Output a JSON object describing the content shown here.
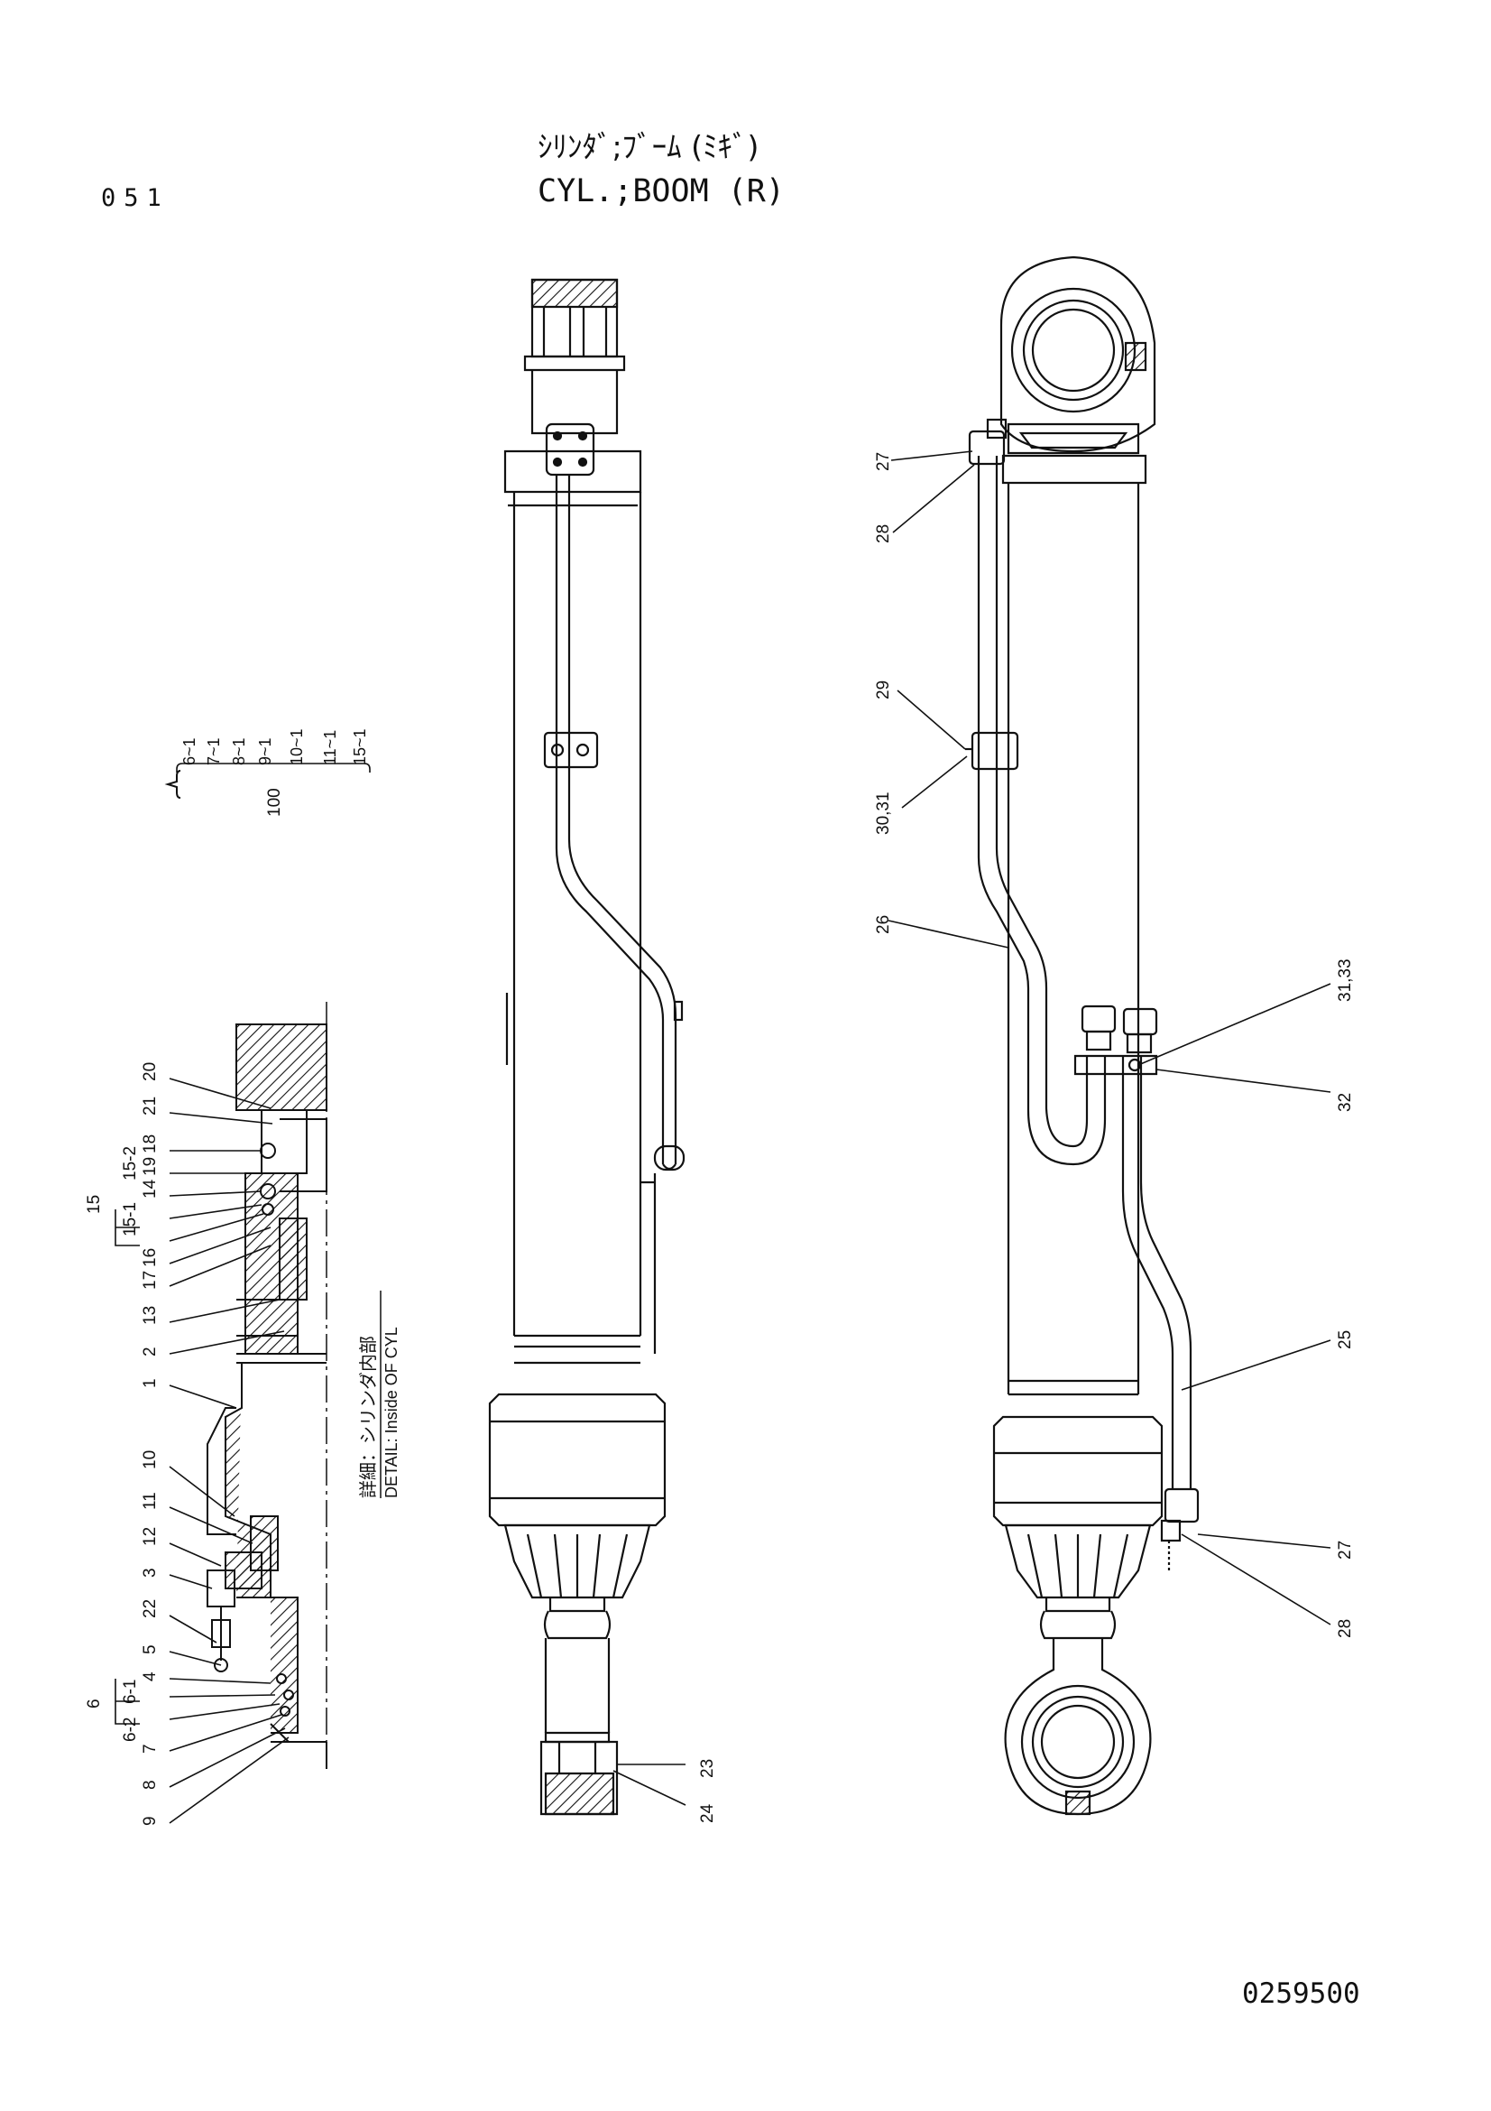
{
  "header": {
    "page_number": "051",
    "title_jp": "ｼﾘﾝﾀﾞ;ﾌﾞｰﾑ (ﾐｷﾞ)",
    "title_en": "CYL.;BOOM (R)"
  },
  "footer": {
    "document_number": "0259500"
  },
  "kit_bracket": {
    "assembly": "100",
    "items": [
      "6~1",
      "7~1",
      "8~1",
      "9~1",
      "10~1",
      "11~1",
      "15~1"
    ]
  },
  "detail_caption": {
    "jp": "詳細：シリンダ内部",
    "en": "DETAIL: Inside OF CYL"
  },
  "detail_labels": [
    "20",
    "21",
    "18",
    "19",
    "14",
    "15-2",
    "15-1",
    "16",
    "17",
    "13",
    "2",
    "1",
    "10",
    "11",
    "12",
    "3",
    "22",
    "5",
    "4",
    "6-1",
    "6-2",
    "7",
    "8",
    "9"
  ],
  "detail_groups": {
    "group_15": "15",
    "group_6": "6"
  },
  "center_labels": [
    "23",
    "24"
  ],
  "right_labels": [
    "27",
    "28",
    "29",
    "30,31",
    "26",
    "31,33",
    "32",
    "25",
    "27",
    "28"
  ]
}
